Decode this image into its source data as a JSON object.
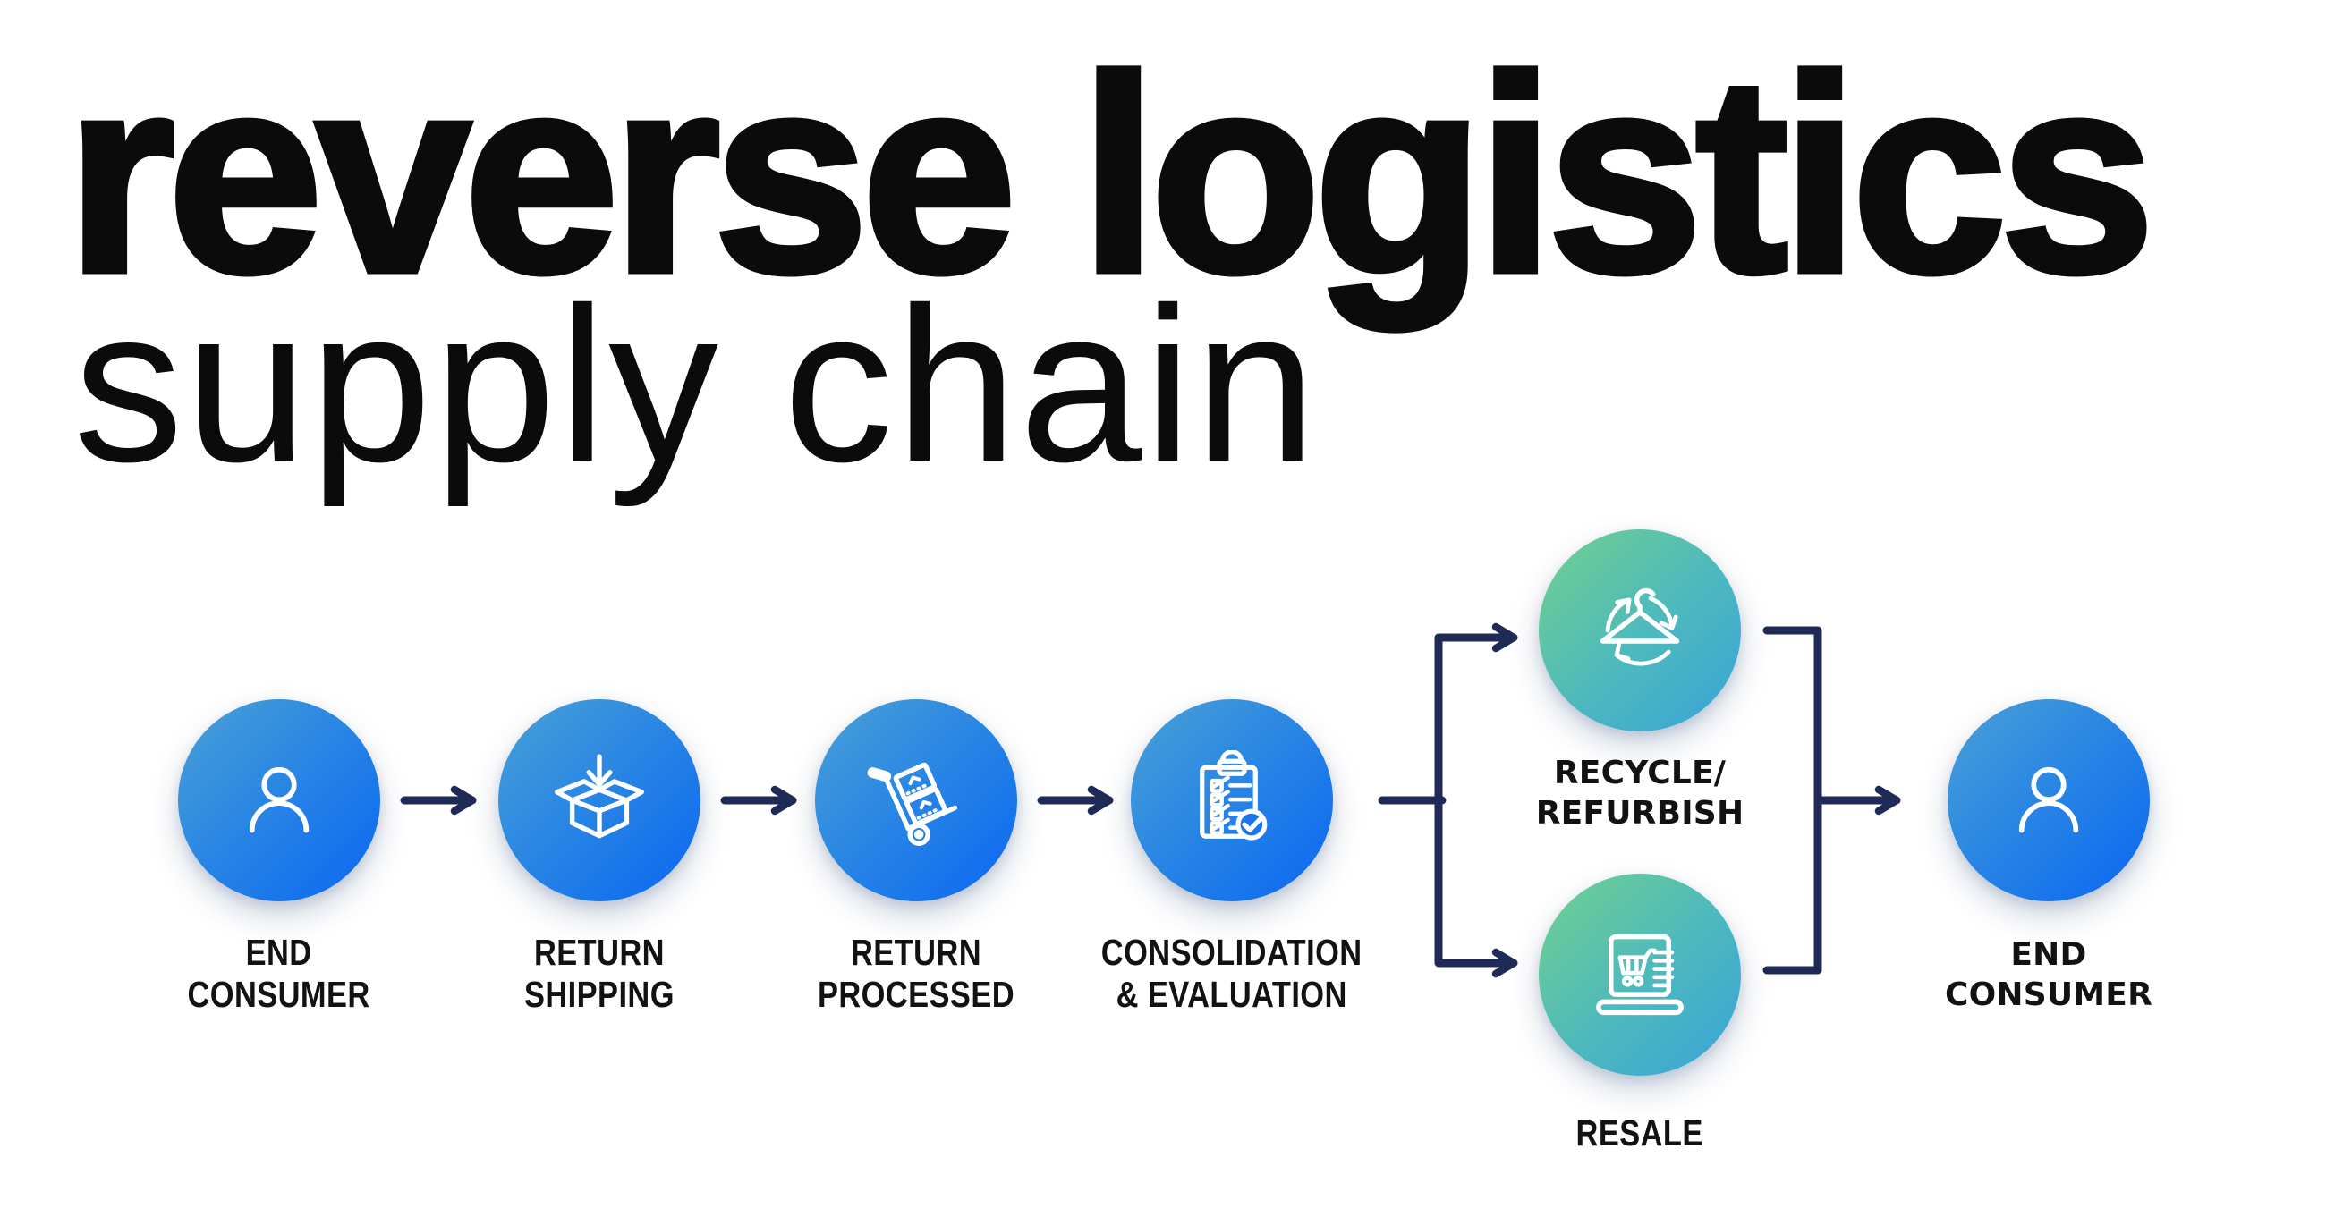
{
  "title": "reverse logistics",
  "subtitle": "supply chain",
  "colors": {
    "background": "#ffffff",
    "headline_text": "#0b0b0b",
    "label_text": "#121212",
    "connector_navy": "#1f2a56",
    "blue_gradient_start": "#4ba1d5",
    "blue_gradient_end": "#0a66f2",
    "green_gradient_start": "#72d08d",
    "green_gradient_end": "#38a3d8",
    "icon_stroke": "#ffffff"
  },
  "flow": {
    "nodes": [
      {
        "id": "end-consumer-start",
        "icon": "person-icon",
        "palette": "blue",
        "label_line1": "END",
        "label_line2": "CONSUMER"
      },
      {
        "id": "return-shipping",
        "icon": "box-receive-icon",
        "palette": "blue",
        "label_line1": "RETURN",
        "label_line2": "SHIPPING"
      },
      {
        "id": "return-processed",
        "icon": "hand-truck-icon",
        "palette": "blue",
        "label_line1": "RETURN",
        "label_line2": "PROCESSED"
      },
      {
        "id": "consolidation-evaluation",
        "icon": "clipboard-checklist-icon",
        "palette": "blue",
        "label_line1": "CONSOLIDATION",
        "label_line2": "& EVALUATION"
      },
      {
        "id": "recycle-refurbish",
        "icon": "hanger-recycle-icon",
        "palette": "green",
        "label_line1": "RECYCLE/",
        "label_line2": "REFURBISH"
      },
      {
        "id": "resale",
        "icon": "laptop-cart-icon",
        "palette": "green",
        "label_line1": "RESALE",
        "label_line2": ""
      },
      {
        "id": "end-consumer-end",
        "icon": "person-icon",
        "palette": "blue",
        "label_line1": "END",
        "label_line2": "CONSUMER"
      }
    ]
  }
}
